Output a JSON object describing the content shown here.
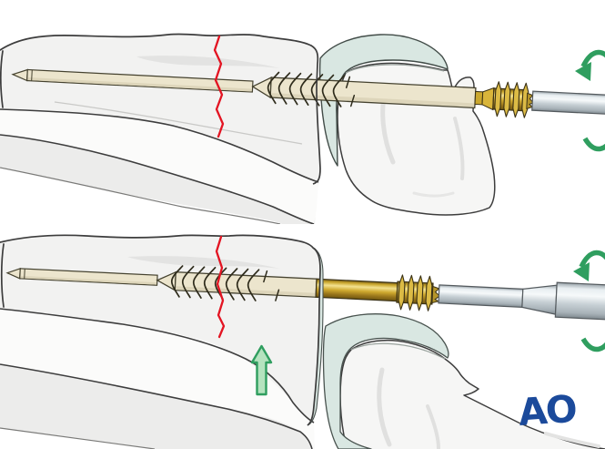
{
  "illustration": {
    "type": "surgical-technique-two-step",
    "subject": "headless-compression-screw-insertion-over-guidewire",
    "panels": [
      {
        "name": "step-screw-insertion",
        "elements": {
          "fracture_line_color": "#e31422",
          "rotation_arrow": {
            "direction": "clockwise",
            "color": "#2f9e5f"
          },
          "guidewire_color": "#ece5cd",
          "screw_head_color": "#caa72e",
          "driver_color": "#c6cfd4",
          "cartilage_color": "#d9e7e2",
          "bone_color": "#f2f2f1"
        }
      },
      {
        "name": "step-screw-advanced-fracture-reduced",
        "elements": {
          "fracture_line_color": "#e31422",
          "rotation_arrow": {
            "direction": "clockwise",
            "color": "#2f9e5f"
          },
          "reduction_arrow": {
            "direction": "up",
            "stroke": "#2f9e5f",
            "fill": "#b5e3bf"
          },
          "guidewire_color": "#ece5cd",
          "screw_head_color": "#caa72e",
          "driver_color": "#c6cfd4",
          "cartilage_color": "#d9e7e2",
          "bone_color": "#f2f2f1"
        }
      }
    ],
    "logo": {
      "text": "AO",
      "color": "#1b4a9b"
    }
  }
}
